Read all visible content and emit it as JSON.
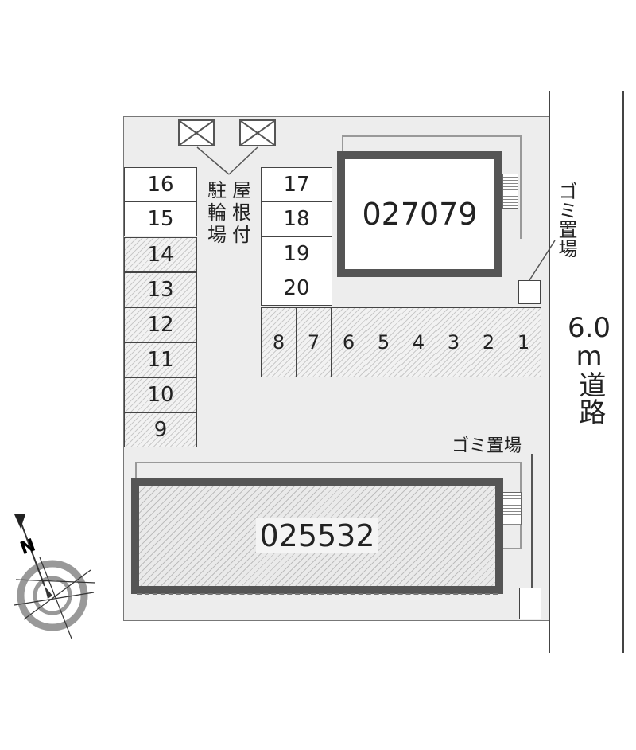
{
  "buildings": {
    "north": {
      "id": "027079"
    },
    "south": {
      "id": "025532"
    }
  },
  "bike_parking_label": [
    "駐",
    "輪",
    "場",
    "屋",
    "根",
    "付"
  ],
  "trash_label_north": "ゴミ置場",
  "trash_label_south": "ゴミ置場",
  "road": {
    "width": "6.0",
    "unit": "m",
    "label": "道路"
  },
  "parking": {
    "left_white": [
      "16",
      "15"
    ],
    "left_hatched": [
      "14",
      "13",
      "12",
      "11",
      "10",
      "9"
    ],
    "middle_white": [
      "17",
      "18",
      "19",
      "20"
    ],
    "bottom_row": [
      "8",
      "7",
      "6",
      "5",
      "4",
      "3",
      "2",
      "1"
    ]
  },
  "compass": {
    "label": "N"
  },
  "colors": {
    "lot": "#ededed",
    "building_border": "#555555",
    "hatch": "#c9c9c9"
  }
}
